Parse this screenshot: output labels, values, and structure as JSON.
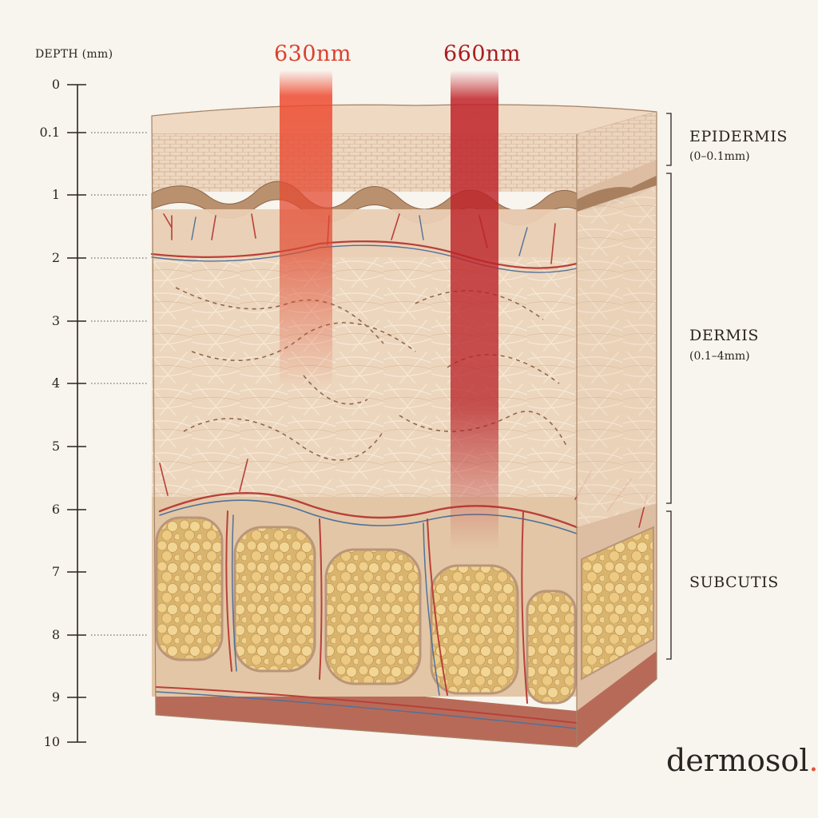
{
  "axis": {
    "title": "DEPTH (mm)",
    "ticks": [
      "0",
      "0.1",
      "1",
      "2",
      "3",
      "4",
      "5",
      "6",
      "7",
      "8",
      "9",
      "10"
    ]
  },
  "beams": [
    {
      "label": "630nm",
      "color": "#d9432e"
    },
    {
      "label": "660nm",
      "color": "#a81e20"
    }
  ],
  "layers": [
    {
      "name": "EPIDERMIS",
      "range": "(0–0.1mm)"
    },
    {
      "name": "DERMIS",
      "range": "(0.1–4mm)"
    },
    {
      "name": "SUBCUTIS",
      "range": ""
    }
  ],
  "brand": {
    "name": "dermosol",
    "mark": "."
  },
  "colors": {
    "background": "#f8f4ee",
    "epidermis": "#e6c8ac",
    "dermis": "#ead2b8",
    "subcutis_fat": "#e6c57e",
    "vessel_red": "#b8403a",
    "vessel_blue": "#51719a",
    "brand_dot": "#e2543a"
  }
}
